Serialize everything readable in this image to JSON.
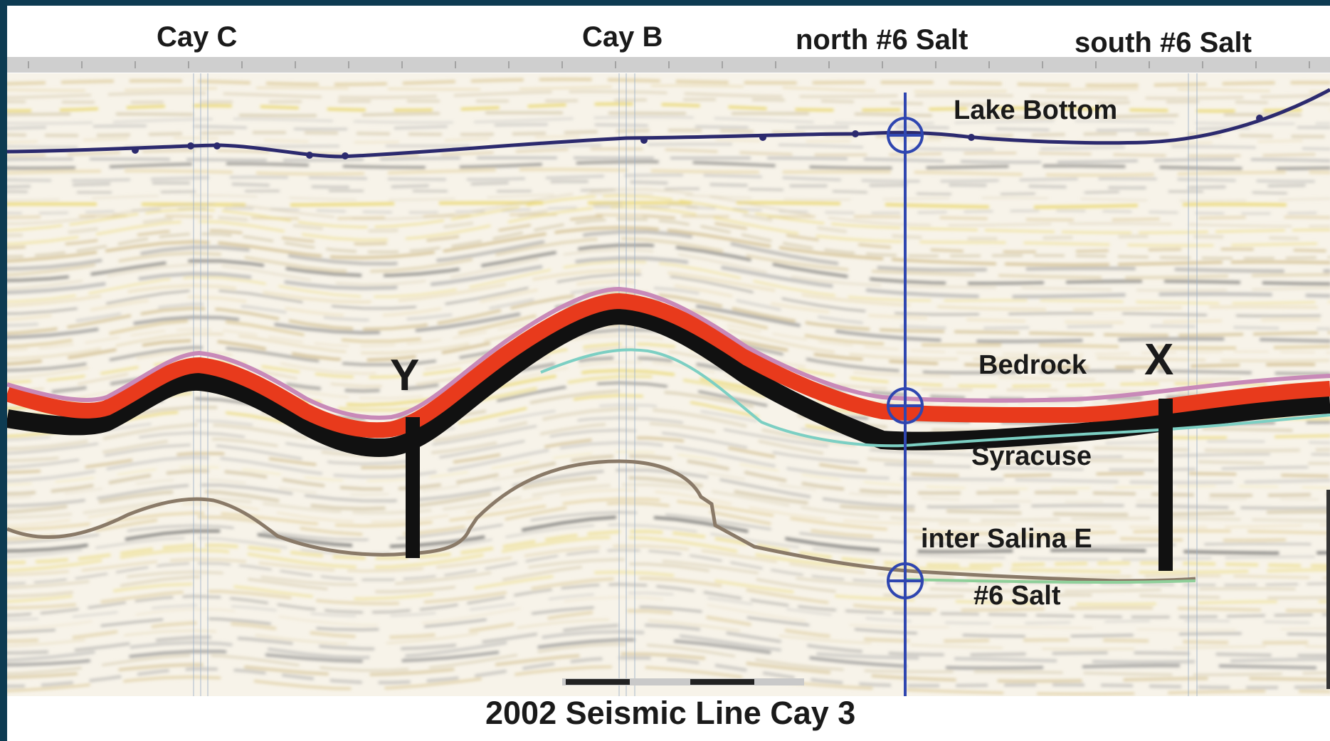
{
  "title": "2002 Seismic Line Cay 3",
  "well_labels": [
    "Cay C",
    "Cay B",
    "north #6 Salt",
    "south #6 Salt"
  ],
  "horizons": {
    "lake_bottom": "Lake Bottom",
    "bedrock": "Bedrock",
    "syracuse": "Syracuse",
    "inter_salina": "inter Salina E",
    "salt6": "#6 Salt"
  },
  "markers": {
    "x": "X",
    "y": "Y"
  },
  "colors": {
    "background_frame": "#0d3b52",
    "lake_bottom_line": "#2c2a6e",
    "well_line": "#2f46b0",
    "bedrock_band": "#e83a1c",
    "syracuse_line": "#7ccfc3",
    "inter_salina_line": "#8a7a68"
  }
}
